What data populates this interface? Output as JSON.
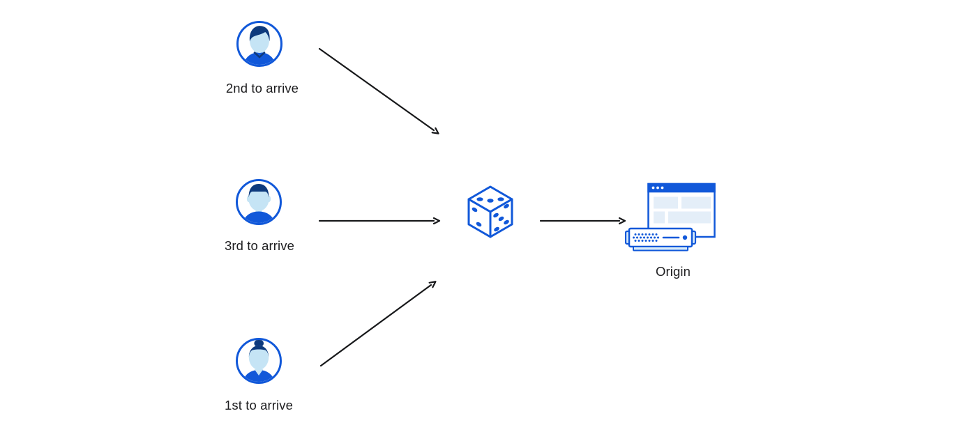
{
  "diagram": {
    "title": "random-traffic-steering-diagram",
    "nodes": {
      "user_second": {
        "label": "2nd to arrive",
        "icon": "user-male-swept-hair-avatar-icon"
      },
      "user_third": {
        "label": "3rd to arrive",
        "icon": "user-male-flat-hair-avatar-icon"
      },
      "user_first": {
        "label": "1st to arrive",
        "icon": "user-female-bun-avatar-icon"
      },
      "random_selector": {
        "icon": "dice-icon"
      },
      "origin": {
        "label": "Origin",
        "icon": "origin-browser-and-server-icon"
      }
    },
    "edges": [
      {
        "from": "user_second",
        "to": "random_selector"
      },
      {
        "from": "user_third",
        "to": "random_selector"
      },
      {
        "from": "user_first",
        "to": "random_selector"
      },
      {
        "from": "random_selector",
        "to": "origin"
      }
    ],
    "colors": {
      "primary_blue": "#1158d9",
      "navy": "#0e3a7d",
      "face_blue": "#c5e4f5",
      "pale_blue": "#e4eef8",
      "server_tab_blue": "#d9ecfa",
      "arrow_color": "#17181a",
      "text_color": "#1d1d1f",
      "background": "#ffffff"
    }
  }
}
